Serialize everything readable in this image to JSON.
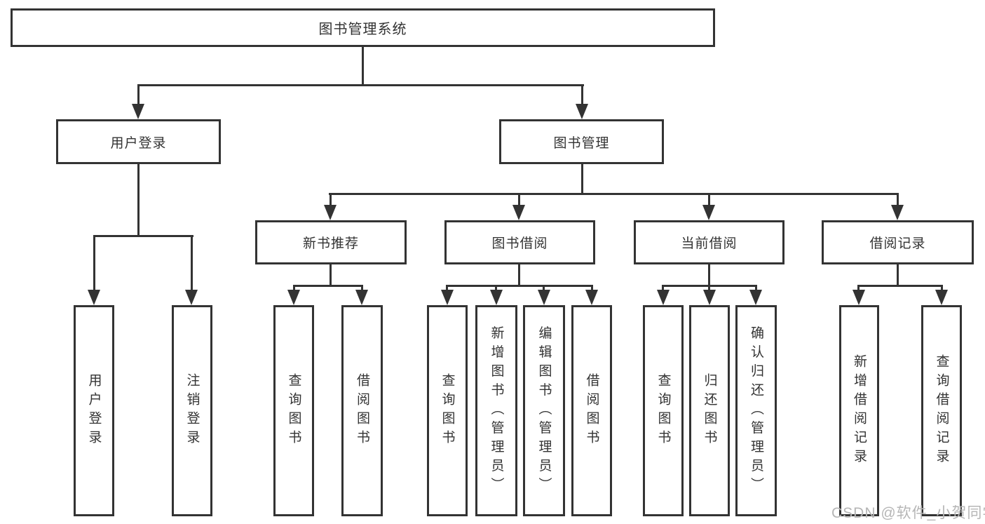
{
  "nodes": {
    "root": {
      "label": "图书管理系统"
    },
    "user_login": {
      "label": "用户登录"
    },
    "book_management": {
      "label": "图书管理"
    },
    "new_book_recommend": {
      "label": "新书推荐"
    },
    "book_borrow": {
      "label": "图书借阅"
    },
    "current_borrow": {
      "label": "当前借阅"
    },
    "borrow_records": {
      "label": "借阅记录"
    }
  },
  "leaves": {
    "login": [
      {
        "label": "用户登录"
      },
      {
        "label": "注销登录"
      }
    ],
    "recommend": [
      {
        "label": "查询图书"
      },
      {
        "label": "借阅图书"
      }
    ],
    "borrow": [
      {
        "label": "查询图书"
      },
      {
        "label": "新增图书（管理员）"
      },
      {
        "label": "编辑图书（管理员）"
      },
      {
        "label": "借阅图书"
      }
    ],
    "current": [
      {
        "label": "查询图书"
      },
      {
        "label": "归还图书"
      },
      {
        "label": "确认归还（管理员）"
      }
    ],
    "records": [
      {
        "label": "新增借阅记录"
      },
      {
        "label": "查询借阅记录"
      }
    ]
  },
  "watermark": {
    "text": "CSDN @软件_小贺同学"
  },
  "colors": {
    "line": "#333333",
    "text": "#333333",
    "watermark": "#b6b6b6",
    "background": "#ffffff"
  }
}
